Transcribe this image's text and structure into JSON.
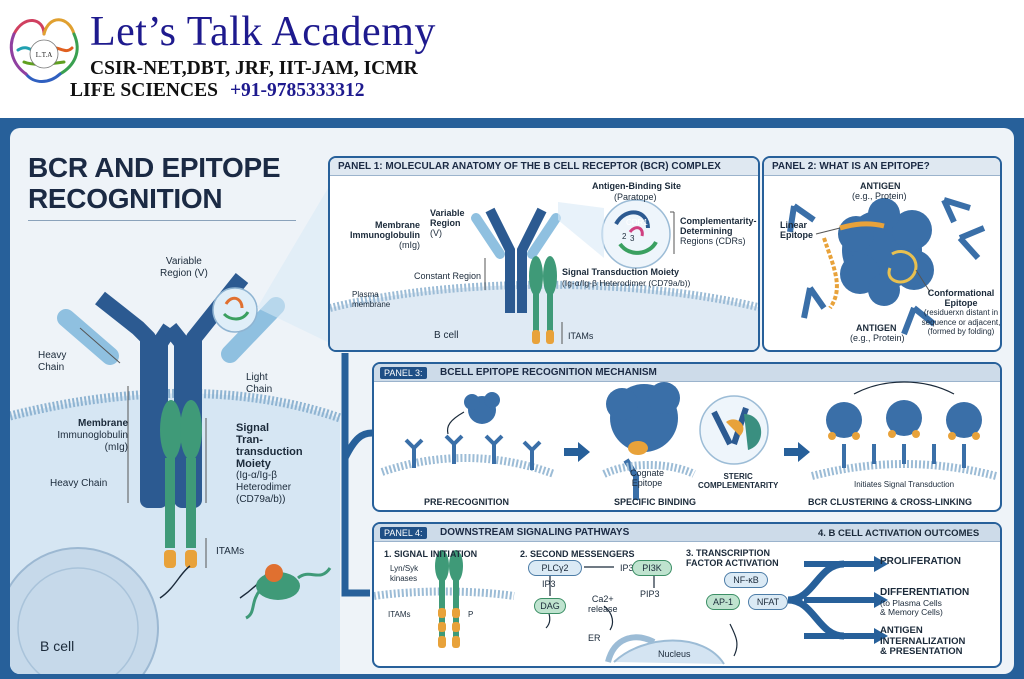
{
  "header": {
    "brand": "Let’s Talk Academy",
    "line1": "CSIR-NET,DBT, JRF, IIT-JAM, ICMR",
    "line2": "LIFE SCIENCES",
    "phone": "+91-9785333312",
    "logo_text": "L.T.A"
  },
  "title": {
    "line1": "BCR AND EPITOPE",
    "line2": "RECOGNITION"
  },
  "main": {
    "variable_region": "Variable",
    "variable_region2": "Region (V)",
    "heavy_chain_top": "Heavy",
    "heavy_chain_top2": "Chain",
    "light_chain": "Light",
    "light_chain2": "Chain",
    "membrane_ig": "Membrane",
    "membrane_ig2": "Immunoglobulin",
    "membrane_ig3": "(mIg)",
    "heavy_chain_bottom": "Heavy Chain",
    "signal_title1": "Signal",
    "signal_title2": "Tran-",
    "signal_title3": "transduction",
    "signal_title4": "Moiety",
    "signal_sub1": "(Ig-α/Ig-β",
    "signal_sub2": "Heterodimer",
    "signal_sub3": "(CD79a/b))",
    "itams": "ITAMs",
    "b_cell": "B cell"
  },
  "panel1": {
    "header": "PANEL 1: MOLECULAR ANATOMY OF THE B CELL RECEPTOR (BCR) COMPLEX",
    "antigen_site": "Antigen-Binding Site",
    "paratope": "(Paratope)",
    "membrane_ig": "Membrane",
    "membrane_ig2": "Immunoglobulin",
    "membrane_ig3": "(mIg)",
    "variable": "Variable",
    "variable2": "Region",
    "variable3": "(V)",
    "cdr_label1": "Complementarity-",
    "cdr_label2": "Determining",
    "cdr_label3": "Regions (CDRs)",
    "constant": "Constant Region",
    "signal": "Signal Transduction Moiety",
    "signal2": "(Ig-α/Ig-β Heterodimer (CD79a/b))",
    "plasma": "Plasma",
    "plasma2": "membrane",
    "bcell": "B cell",
    "itams": "ITAMs",
    "cdr1": "CDR1",
    "cdr2": "2",
    "cdr3": "3"
  },
  "panel2": {
    "header": "PANEL 2: WHAT IS AN EPITOPE?",
    "antigen_top": "ANTIGEN",
    "antigen_top2": "(e.g., Protein)",
    "linear": "Linear",
    "linear2": "Epitope",
    "conformational": "Conformational",
    "conformational2": "Epitope",
    "conf_note1": "(residuerxn distant in",
    "conf_note2": "sequence or adjacent,",
    "conf_note3": "(formed by folding)",
    "antigen_bottom": "ANTIGEN",
    "antigen_bottom2": "(e.g., Protein)"
  },
  "panel3": {
    "tag": "PANEL 3:",
    "header": "BCELL EPITOPE RECOGNITION MECHANISM",
    "cognate": "Cognate",
    "cognate2": "Epitope",
    "steric": "STERIC",
    "steric2": "COMPLEMENTARITY",
    "initiates": "Initiates Signal Transduction",
    "stage1": "PRE-RECOGNITION",
    "stage2": "SPECIFIC BINDING",
    "stage3": "BCR CLUSTERING & CROSS-LINKING"
  },
  "panel4": {
    "tag": "PANEL 4:",
    "header": "DOWNSTREAM SIGNALING PATHWAYS",
    "outcomes_header": "4. B CELL ACTIVATION OUTCOMES",
    "step1": "1. SIGNAL INITIATION",
    "step2": "2. SECOND MESSENGERS",
    "step3": "3. TRANSCRIPTION",
    "step3b": "FACTOR ACTIVATION",
    "lyn": "Lyn/Syk",
    "lyn2": "kinases",
    "itams": "ITAMs",
    "p": "P",
    "plcg2": "PLCγ2",
    "ip3": "IP3",
    "ip3b": "IP3",
    "pi3k": "PI3K",
    "pip3": "PIP3",
    "dag": "DAG",
    "ca": "Ca2+",
    "release": "release",
    "er": "ER",
    "nfkb": "NF-κB",
    "ap1": "AP-1",
    "nfat": "NFAT",
    "nucleus": "Nucleus",
    "proliferation": "PROLIFERATION",
    "differentiation": "DIFFERENTIATION",
    "diff_sub1": "(to Plasma Cells",
    "diff_sub2": "& Memory Cells)",
    "antigen_int1": "ANTIGEN",
    "antigen_int2": "INTERNALIZATION",
    "antigen_int3": "& PRESENTATION"
  },
  "colors": {
    "heavy": "#2c5a91",
    "light": "#8fc0e0",
    "signal": "#3f9a78",
    "itam": "#e8a23a",
    "frame": "#27609a",
    "antigen": "#3a6fa8"
  }
}
